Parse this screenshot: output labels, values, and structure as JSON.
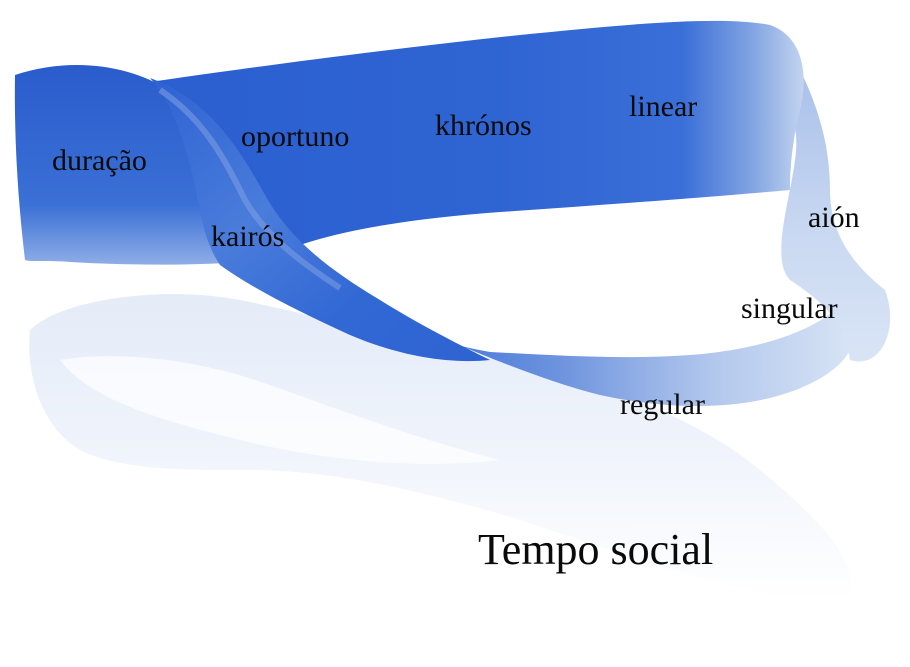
{
  "band_words": {
    "duracao": "duração",
    "oportuno": "oportuno",
    "khronos": "khrónos",
    "linear": "linear",
    "kairos": "kairós",
    "aion": "aión",
    "singular": "singular",
    "regular": "regular"
  },
  "caption": "Tempo social",
  "colors": {
    "band_dark": "#2a5fcf",
    "band_mid": "#3f72d8",
    "band_light": "#c9d8f1",
    "reflection": "#e4ecf8",
    "text": "#0a0a0a"
  }
}
